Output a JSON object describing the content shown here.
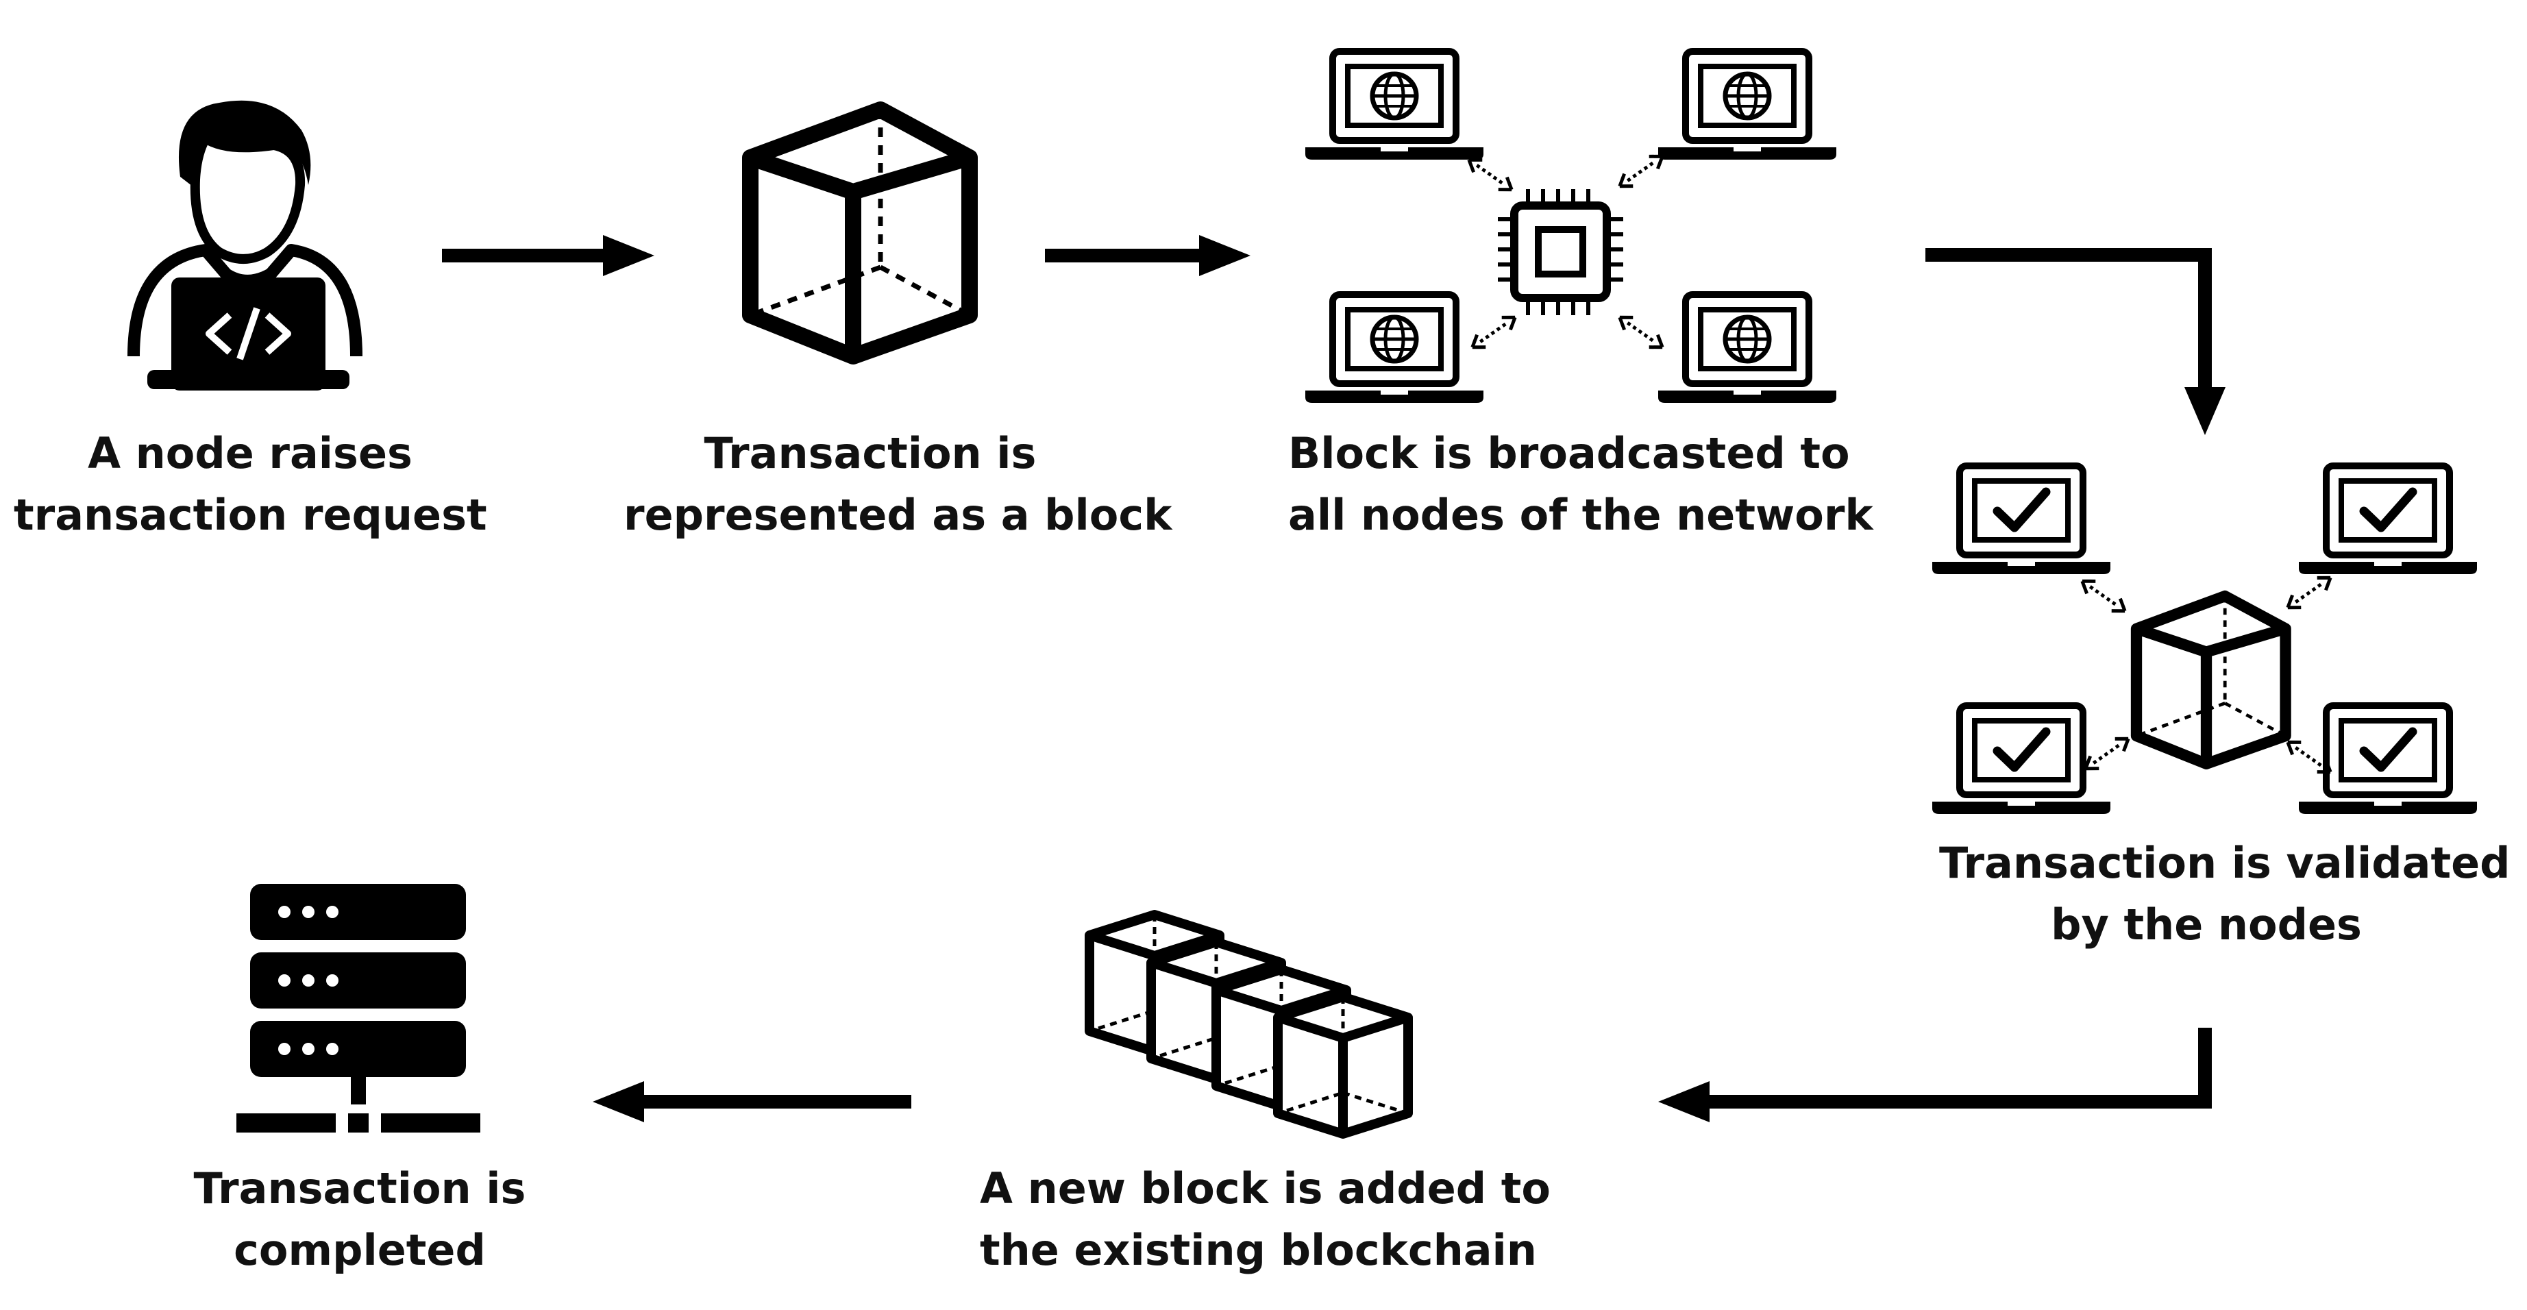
{
  "colors": {
    "ink": "#000000",
    "background": "#ffffff"
  },
  "steps": [
    {
      "id": "raise",
      "icon": "developer-laptop-icon",
      "line1": "A node raises",
      "line2": "transaction request"
    },
    {
      "id": "block",
      "icon": "cube-icon",
      "line1": "Transaction is",
      "line2": "represented as a block"
    },
    {
      "id": "broadcast",
      "icon": "network-broadcast-icon",
      "line1": "Block is broadcasted to",
      "line2": "all nodes of the network"
    },
    {
      "id": "validate",
      "icon": "validation-network-icon",
      "line1": "Transaction is validated",
      "line2": "by the nodes"
    },
    {
      "id": "add",
      "icon": "blockchain-icon",
      "line1": "A new block is added to",
      "line2": "the existing blockchain"
    },
    {
      "id": "complete",
      "icon": "server-icon",
      "line1": "Transaction is",
      "line2": "completed"
    }
  ]
}
